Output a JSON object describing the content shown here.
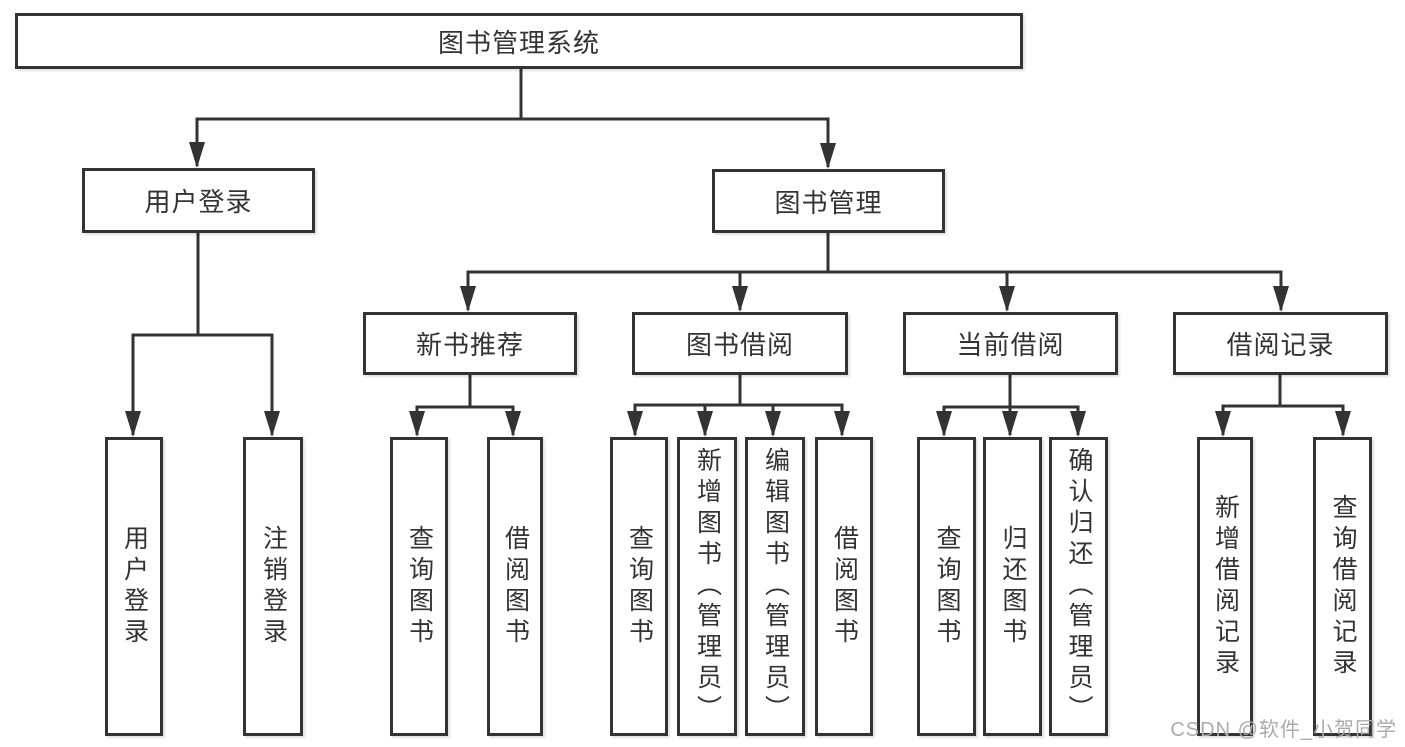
{
  "tree": {
    "root": {
      "label": "图书管理系统"
    },
    "children": [
      {
        "label": "用户登录",
        "children": [
          {
            "label": "用户登录"
          },
          {
            "label": "注销登录"
          }
        ]
      },
      {
        "label": "图书管理",
        "children": [
          {
            "label": "新书推荐",
            "children": [
              {
                "label": "查询图书"
              },
              {
                "label": "借阅图书"
              }
            ]
          },
          {
            "label": "图书借阅",
            "children": [
              {
                "label": "查询图书"
              },
              {
                "label": "新增图书（管理员）"
              },
              {
                "label": "编辑图书（管理员）"
              },
              {
                "label": "借阅图书"
              }
            ]
          },
          {
            "label": "当前借阅",
            "children": [
              {
                "label": "查询图书"
              },
              {
                "label": "归还图书"
              },
              {
                "label": "确认归还（管理员）"
              }
            ]
          },
          {
            "label": "借阅记录",
            "children": [
              {
                "label": "新增借阅记录"
              },
              {
                "label": "查询借阅记录"
              }
            ]
          }
        ]
      }
    ]
  },
  "watermark": {
    "text": "CSDN @软件_小贺同学"
  },
  "colors": {
    "line": "#333333",
    "text": "#333333",
    "watermark": "#ababab",
    "background": "#ffffff"
  }
}
